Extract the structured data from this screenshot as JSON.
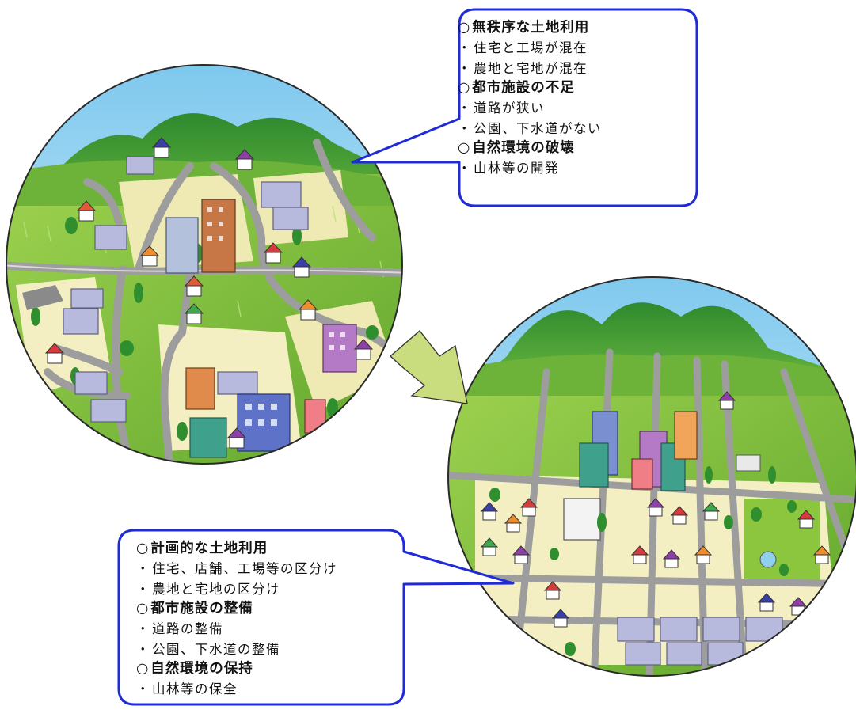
{
  "callout_top": {
    "sections": [
      {
        "heading": "無秩序な土地利用",
        "items": [
          "住宅と工場が混在",
          "農地と宅地が混在"
        ]
      },
      {
        "heading": "都市施設の不足",
        "items": [
          "道路が狭い",
          "公園、下水道がない"
        ]
      },
      {
        "heading": "自然環境の破壊",
        "items": [
          "山林等の開発"
        ]
      }
    ]
  },
  "callout_bottom": {
    "sections": [
      {
        "heading": "計画的な土地利用",
        "items": [
          "住宅、店舗、工場等の区分け",
          "農地と宅地の区分け"
        ]
      },
      {
        "heading": "都市施設の整備",
        "items": [
          "道路の整備",
          "公園、下水道の整備"
        ]
      },
      {
        "heading": "自然環境の保持",
        "items": [
          "山林等の保全"
        ]
      }
    ]
  },
  "colors": {
    "callout_border": "#1f2bd6",
    "arrow_fill": "#c9dc7e",
    "road": "#a6a6a6",
    "field": "#8cc63e",
    "sky": "#bde3f2",
    "mountain": "#3e9b3a"
  }
}
